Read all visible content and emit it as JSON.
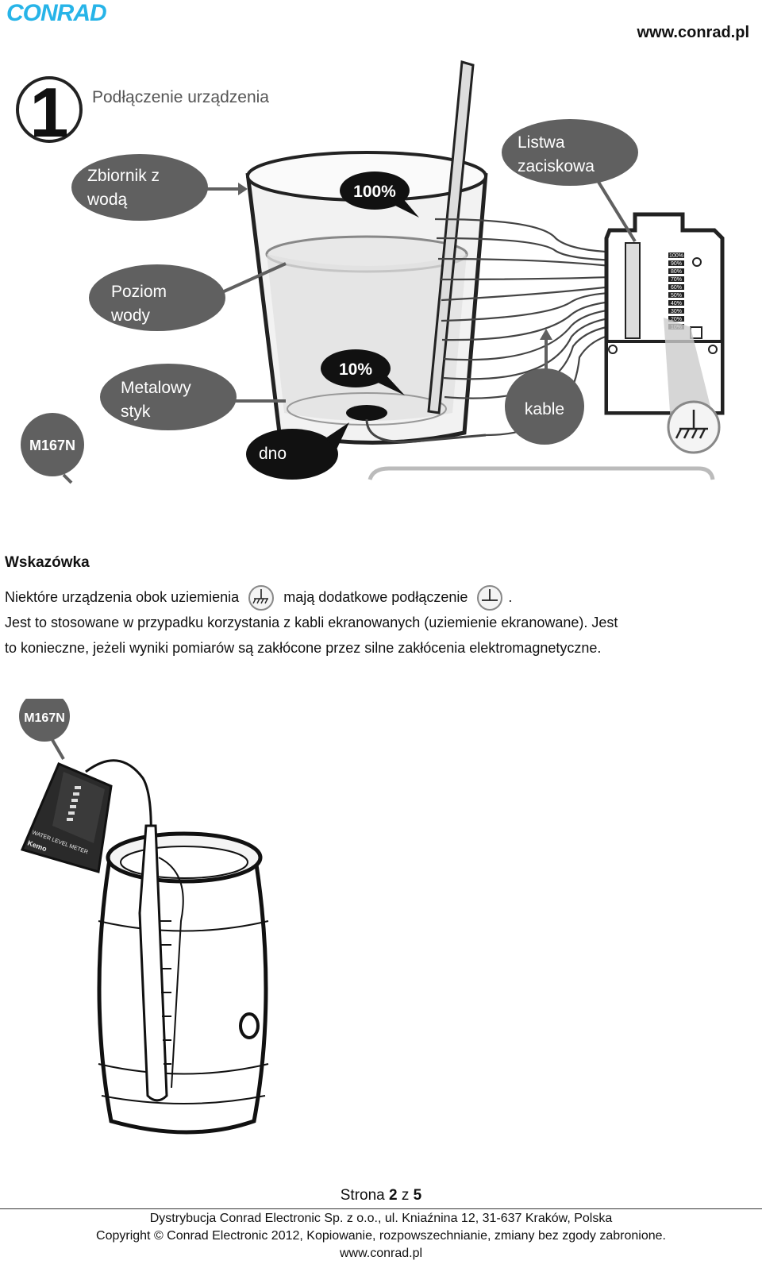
{
  "header": {
    "logo_text": "CONRAD",
    "site": "www.conrad.pl",
    "brand_color": "#27b4e8"
  },
  "diagram1": {
    "step_number": "1",
    "title": "Podłączenie urządzenia",
    "callouts": {
      "tank": [
        "Zbiornik z",
        "wodą"
      ],
      "level": [
        "Poziom",
        "wody"
      ],
      "contact": [
        "Metalowy",
        "styk"
      ],
      "bottom": "dno",
      "terminal": [
        "Listwa",
        "zaciskowa"
      ],
      "cables": "kable",
      "pct_100": "100%",
      "pct_10": "10%",
      "model": "M167N"
    },
    "board_labels": [
      "100%",
      "90%",
      "80%",
      "70%",
      "60%",
      "50%",
      "40%",
      "30%",
      "20%",
      "10%"
    ]
  },
  "hint": {
    "title": "Wskazówka",
    "line1_a": "Niektóre urządzenia obok uziemienia",
    "line1_b": "mają dodatkowe podłączenie",
    "line1_c": ".",
    "line2": "Jest to stosowane w przypadku korzystania z kabli ekranowanych (uziemienie ekranowane). Jest",
    "line3": "to konieczne, jeżeli wyniki pomiarów są zakłócone przez silne zakłócenia elektromagnetyczne.",
    "icon_1": "shielded-ground-icon",
    "icon_2": "ground-icon"
  },
  "diagram2": {
    "model": "M167N",
    "device_text": "WATER LEVEL METER",
    "brand": "Kemo"
  },
  "footer": {
    "page_prefix": "Strona",
    "page_current": "2",
    "page_sep": "z",
    "page_total": "5",
    "line1": "Dystrybucja Conrad Electronic Sp. z o.o., ul. Kniaźnina 12, 31-637 Kraków, Polska",
    "line2": "Copyright © Conrad Electronic 2012, Kopiowanie, rozpowszechnianie, zmiany bez zgody zabronione.",
    "line3": "www.conrad.pl"
  }
}
